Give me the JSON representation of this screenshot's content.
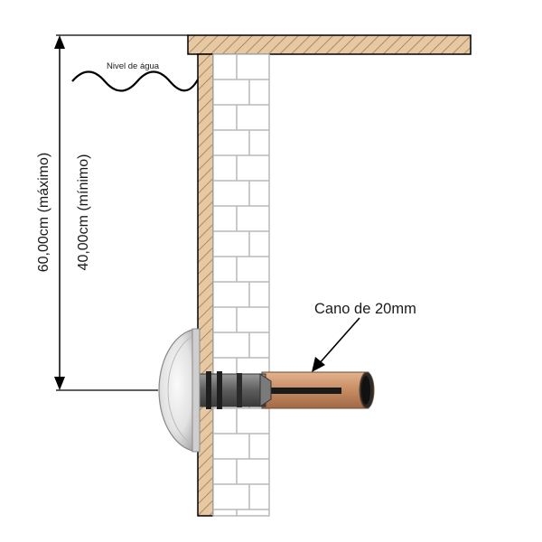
{
  "labels": {
    "water_level": "Nivel de água",
    "max_depth": "60,00cm (máximo)",
    "min_depth": "40,00cm (mínimo)",
    "pipe": "Cano de 20mm"
  },
  "colors": {
    "wood": "#e6c9a3",
    "wood_hatch": "#9a7a55",
    "brick_fill": "#ffffff",
    "brick_line": "#b8b8b8",
    "pipe_copper": "#c68b62",
    "pipe_dark": "#1a1a1a",
    "lamp_body": "#d8d8d8",
    "line": "#000000"
  }
}
